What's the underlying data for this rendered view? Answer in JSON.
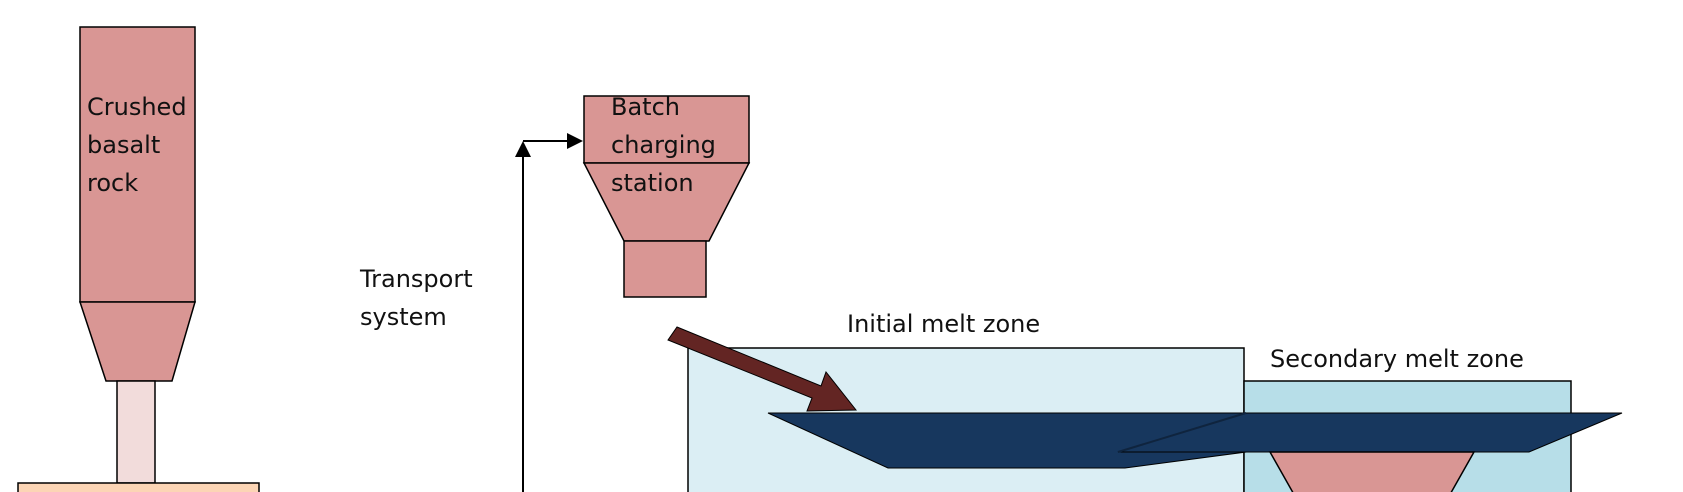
{
  "labels": {
    "crushed_rock": [
      "Crushed",
      "basalt",
      "rock"
    ],
    "batch_station": [
      "Batch",
      "charging",
      "station"
    ],
    "transport": [
      "Transport",
      "system"
    ],
    "initial_zone": "Initial melt zone",
    "secondary_zone": "Secondary melt zone"
  },
  "colors": {
    "hopper_fill": "#d99694",
    "stem_fill": "#f2dcdb",
    "base_fill": "#fcd5b5",
    "initial_zone_fill": "#dbeef4",
    "secondary_zone_fill": "#b7dee8",
    "tray_fill": "#17375e",
    "tray_dark": "#0f243e",
    "feed_arrow": "#632523",
    "line": "#000000"
  }
}
